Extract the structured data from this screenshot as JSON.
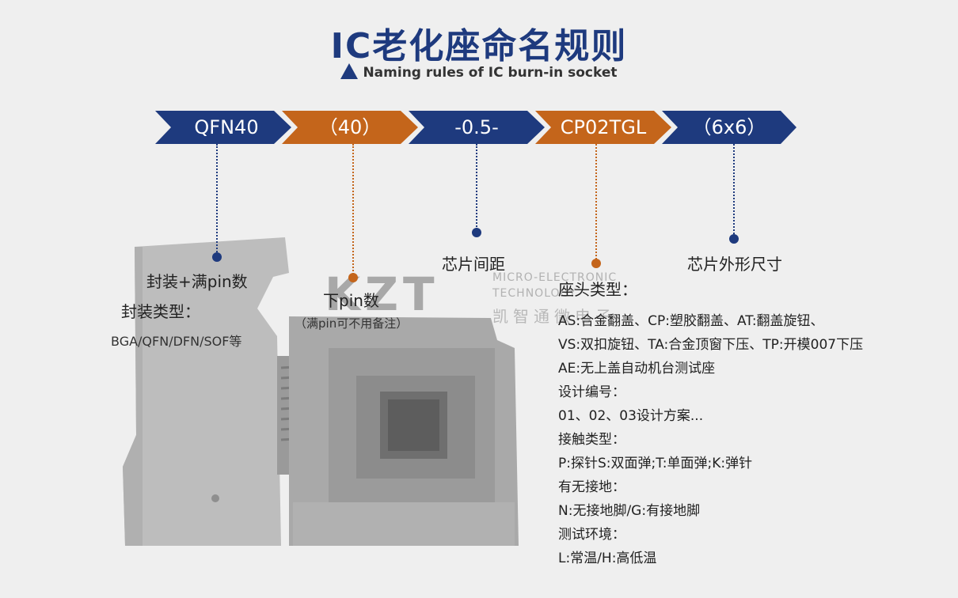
{
  "header": {
    "title": "IC老化座命名规则",
    "subtitle": "Naming rules of IC burn-in socket"
  },
  "segments": [
    {
      "label": "QFN40"
    },
    {
      "label": "（40）"
    },
    {
      "label": "-0.5-"
    },
    {
      "label": "CP02TGL"
    },
    {
      "label": "（6x6）"
    }
  ],
  "colors": {
    "blue": "#1e3a7e",
    "orange": "#c4651b",
    "background": "#efefef"
  },
  "annotations": {
    "package": {
      "title": "封装+满pin数",
      "line2": "封装类型：",
      "line3": "BGA/QFN/DFN/SOF等"
    },
    "pins": {
      "title": "下pin数",
      "note": "（满pin可不用备注）"
    },
    "pitch": {
      "title": "芯片间距"
    },
    "size": {
      "title": "芯片外形尺寸"
    },
    "socket": {
      "lines": [
        "座头类型：",
        "AS:合金翻盖、CP:塑胶翻盖、AT:翻盖旋钮、",
        "VS:双扣旋钮、TA:合金顶窗下压、TP:开模007下压",
        "AE:无上盖自动机台测试座",
        "设计编号：",
        "01、02、03设计方案...",
        "接触类型：",
        "P:探针S:双面弹;T:单面弹;K:弹针",
        "有无接地：",
        "N:无接地脚/G:有接地脚",
        "测试环境：",
        "L:常温/H:高低温"
      ]
    }
  },
  "watermark": {
    "logo": "KZT",
    "en1": "MICRO-ELECTRONIC",
    "en2": "TECHNOLOGY",
    "cn": "凯智通微电子"
  }
}
